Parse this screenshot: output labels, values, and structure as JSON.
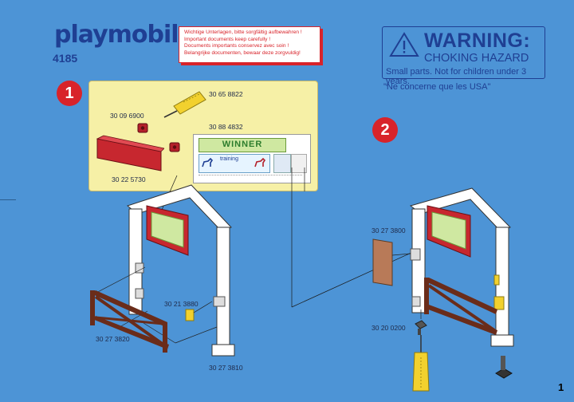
{
  "brand": {
    "logo_text": "playmobil",
    "model_number": "4185"
  },
  "notice": {
    "lines": [
      "Wichtige Unterlagen, bitte sorgfältig aufbewahren !",
      "Important documents keep carefully !",
      "Documents importants conservez avec soin !",
      "Belangrijke documenten, bewaar deze zorgvuldig!"
    ]
  },
  "warning": {
    "title": "WARNING:",
    "subtitle": "CHOKING HAZARD",
    "body": "Small parts. Not for children under 3 years.",
    "usa_note": "\"Ne concerne que les USA\""
  },
  "steps": [
    {
      "number": "1"
    },
    {
      "number": "2"
    }
  ],
  "parts_box": {
    "parts": [
      {
        "number": "30 65 8822"
      },
      {
        "number": "30 09 6900"
      },
      {
        "number": "30 88 4832"
      },
      {
        "number": "30 22 5730"
      }
    ],
    "banner_text": "WINNER",
    "banner_sub": "training"
  },
  "step1_labels": {
    "clip": "30 21 3880",
    "fence": "30 27 3820",
    "post": "30 27 3810"
  },
  "step2_labels": {
    "sign": "30 27 3800",
    "base": "30 20 0200"
  },
  "page_number": "1",
  "colors": {
    "background": "#4d94d6",
    "accent_red": "#d8232a",
    "brand_blue": "#1f3f93",
    "parts_yellow": "#f6f0a6"
  }
}
